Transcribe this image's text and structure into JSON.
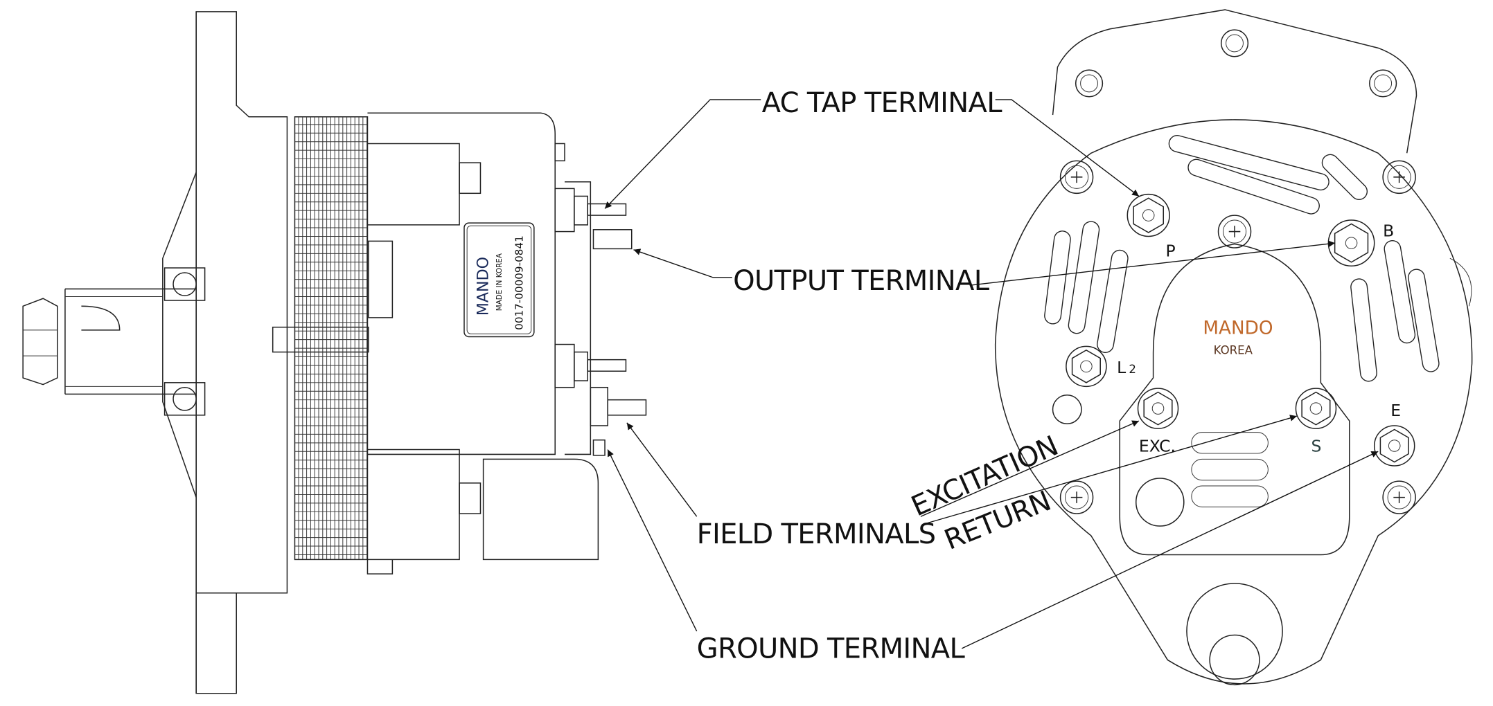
{
  "callouts": {
    "ac_tap": "AC TAP TERMINAL",
    "output": "OUTPUT TERMINAL",
    "field": "FIELD TERMINALS",
    "ground": "GROUND TERMINAL",
    "excitation": "EXCITATION",
    "return": "RETURN"
  },
  "side_label": {
    "brand": "MANDO",
    "origin": "MADE IN KOREA",
    "part_number": "0017-00009-0841"
  },
  "rear_view": {
    "brand": "MANDO",
    "country": "KOREA",
    "terminals": {
      "p": "P",
      "b": "B",
      "l2": "L",
      "l2_sub": "2",
      "exc": "EXC.",
      "s": "S",
      "e": "E"
    }
  },
  "colors": {
    "brand": "#c0682a",
    "line": "#222222",
    "label_blue": "#1a2a5a"
  }
}
